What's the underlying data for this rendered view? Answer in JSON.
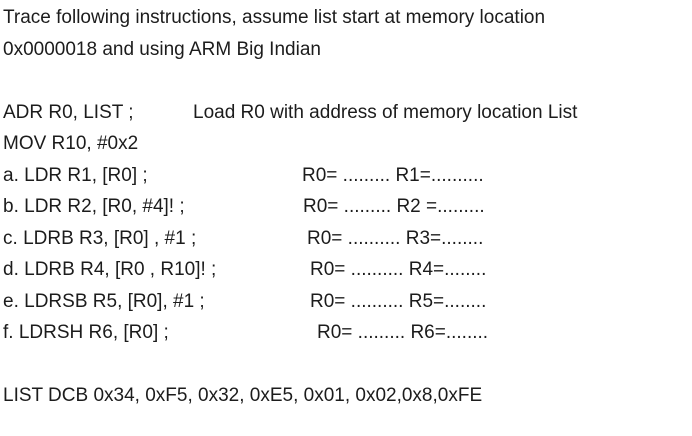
{
  "page": {
    "background_color": "#ffffff",
    "text_color": "#1c1c1c"
  },
  "doc": {
    "intro": {
      "line1": "Trace following instructions, assume list start at memory location",
      "line2": "0x0000018 and using ARM Big Indian"
    },
    "setup": {
      "adr_code": "ADR R0, LIST ;",
      "adr_comment": "Load R0 with address of memory location List",
      "mov_code": "MOV R10, #0x2"
    },
    "instructions": [
      {
        "label": "a.",
        "code": "LDR R1, [R0] ;",
        "registers": "R0= ......... R1=.........."
      },
      {
        "label": "b.",
        "code": "LDR R2, [R0, #4]! ;",
        "registers": "R0= ......... R2 =........."
      },
      {
        "label": "c.",
        "code": "LDRB R3, [R0] , #1 ;",
        "registers": "R0= .......... R3=........"
      },
      {
        "label": "d.",
        "code": "LDRB R4, [R0 , R10]! ;",
        "registers": "R0= .......... R4=........"
      },
      {
        "label": "e.",
        "code": "LDRSB R5, [R0], #1 ;",
        "registers": "R0= .......... R5=........"
      },
      {
        "label": "f.",
        "code": "LDRSH R6, [R0] ;",
        "registers": "R0= ......... R6=........"
      }
    ],
    "list_definition": "LIST DCB 0x34, 0xF5, 0x32, 0xE5, 0x01, 0x02,0x8,0xFE"
  }
}
